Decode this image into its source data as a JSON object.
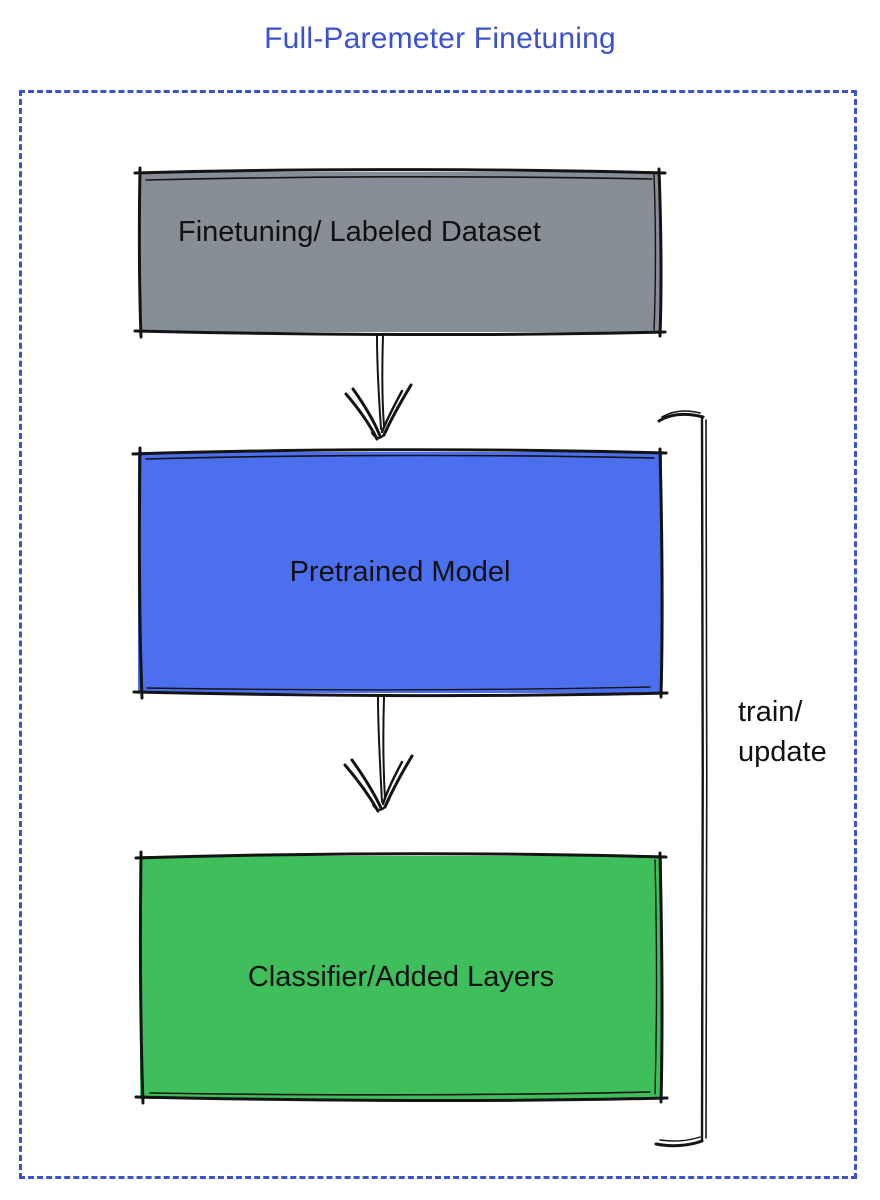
{
  "title": "Full-Paremeter Finetuning",
  "boxes": {
    "dataset": {
      "label": "Finetuning/ Labeled Dataset",
      "fill": "#878E96"
    },
    "pretrained": {
      "label": "Pretrained Model",
      "fill": "#4B6FEE"
    },
    "classifier": {
      "label": "Classifier/Added Layers",
      "fill": "#3FBF5B"
    }
  },
  "bracket": {
    "label_line1": "train/",
    "label_line2": "update"
  },
  "connections": [
    {
      "from": "Finetuning/ Labeled Dataset",
      "to": "Pretrained Model",
      "type": "arrow-down"
    },
    {
      "from": "Pretrained Model",
      "to": "Classifier/Added Layers",
      "type": "arrow-down"
    },
    {
      "spans": "Pretrained Model and Classifier/Added Layers",
      "type": "side-bracket",
      "label": "train/ update"
    }
  ],
  "colors": {
    "title_text": "#3A51D4",
    "dashed_border": "#3C54CB",
    "box_dataset_fill": "#878E96",
    "box_pretrained_fill": "#4B6FEE",
    "box_classifier_fill": "#3FBF5B",
    "sketch_stroke": "#141414",
    "label_text": "#111111",
    "background": "#FFFFFF"
  }
}
